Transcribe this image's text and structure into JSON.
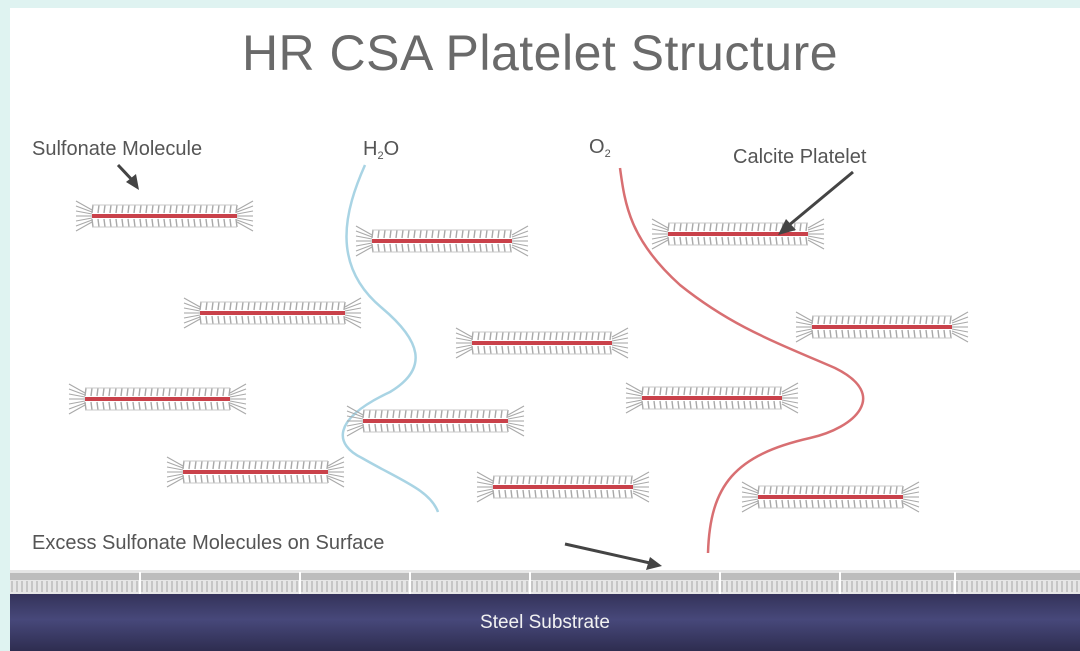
{
  "title": "HR CSA Platelet Structure",
  "labels": {
    "sulfonate_molecule": "Sulfonate Molecule",
    "water": "H",
    "water_sub": "2",
    "water_tail": "O",
    "oxygen": "O",
    "oxygen_sub": "2",
    "calcite_platelet": "Calcite Platelet",
    "excess_sulfonate": "Excess Sulfonate Molecules on Surface",
    "steel_substrate": "Steel Substrate"
  },
  "colors": {
    "platelet": "#c9414a",
    "bristle": "#a9a9a9",
    "water_path": "#a9d4e4",
    "oxygen_path": "#d86f72",
    "surface": "#bdbdbd",
    "substrate": "#3c3c66",
    "arrow": "#444444"
  }
}
